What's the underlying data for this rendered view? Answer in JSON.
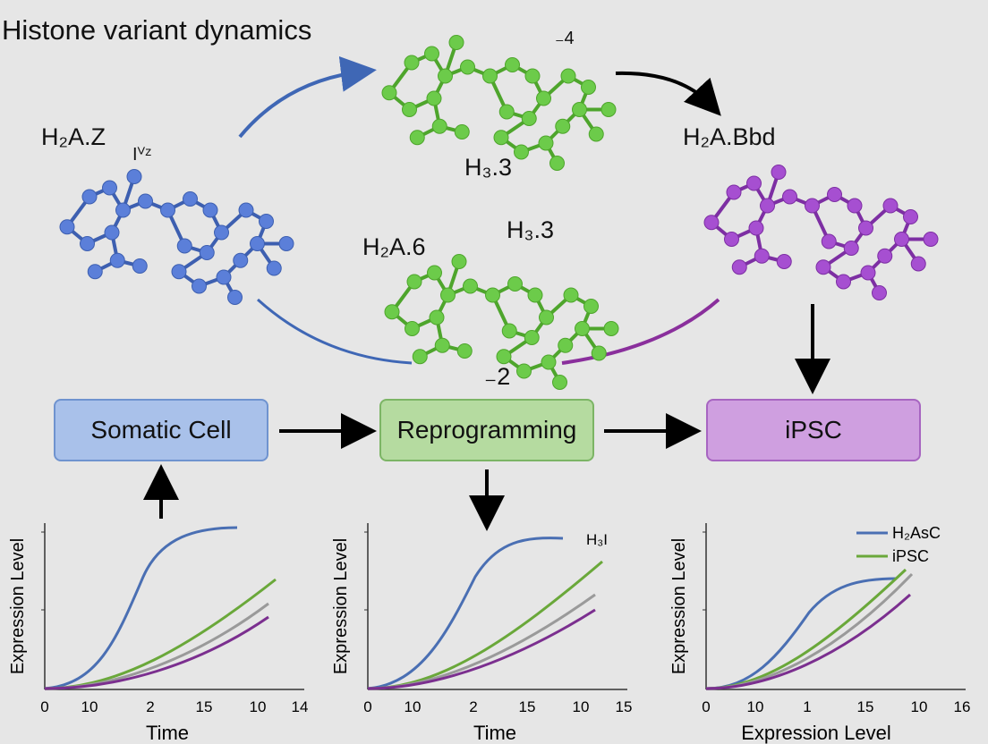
{
  "title": "Histone variant dynamics",
  "labels": {
    "h2az": "H₂A.Z",
    "h2az_mark": "Iⱽᶻ",
    "h33_top": "H₃.3",
    "h33_top_mark": "₋4",
    "h2abbd": "H₂A.Bbd",
    "h2a6": "H₂A.6",
    "h33_mid": "H₃.3",
    "mid_mark": "₋2"
  },
  "boxes": {
    "somatic": "Somatic Cell",
    "reprogramming": "Reprogramming",
    "ipsc": "iPSC"
  },
  "colors": {
    "blue": "#5b7fd9",
    "green": "#6ccb4a",
    "purple": "#a64fd1",
    "gray": "#9a9a9a",
    "line_blue": "#4a6fb3",
    "line_green": "#6aa83a",
    "line_purple": "#7b2f8f"
  },
  "chart_data": [
    {
      "type": "line",
      "ylabel": "Expression Level",
      "xlabel": "Time",
      "x_ticks": [
        "0",
        "10",
        "2",
        "15",
        "10",
        "14"
      ]
    },
    {
      "type": "line",
      "ylabel": "Expression Level",
      "xlabel": "Time",
      "x_ticks": [
        "0",
        "10",
        "2",
        "15",
        "10",
        "15"
      ],
      "annotation": "H₃I"
    },
    {
      "type": "line",
      "ylabel": "Expression Level",
      "xlabel": "Expression Level",
      "x_ticks": [
        "0",
        "10",
        "1",
        "15",
        "10",
        "16"
      ],
      "legend": [
        "H₂AsC",
        "iPSC"
      ]
    }
  ]
}
